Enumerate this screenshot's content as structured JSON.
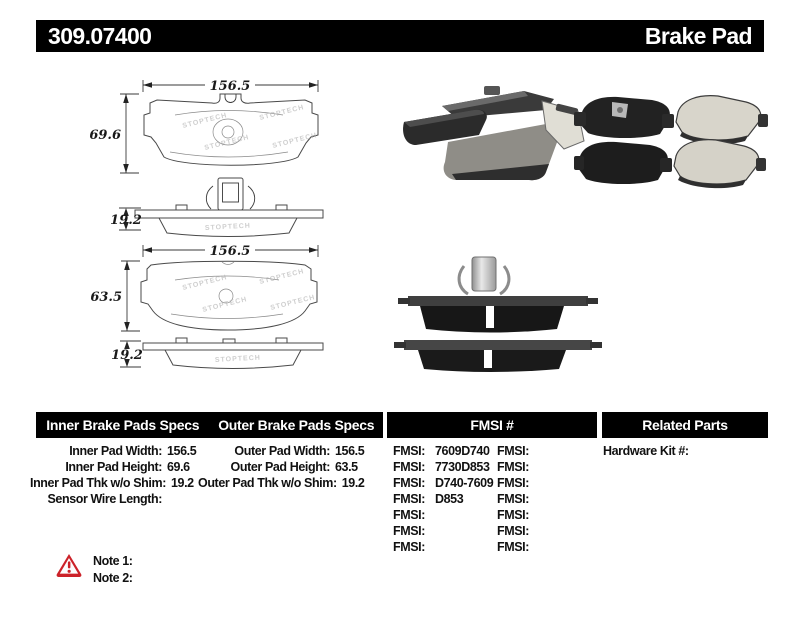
{
  "header": {
    "part_number": "309.07400",
    "product_type": "Brake Pad"
  },
  "drawings": {
    "inner": {
      "width": "156.5",
      "height": "69.6",
      "thickness": "19.2",
      "watermark": "STOPTECH"
    },
    "outer": {
      "width": "156.5",
      "height": "63.5",
      "thickness": "19.2",
      "watermark": "STOPTECH"
    }
  },
  "table": {
    "headers": {
      "inner": "Inner Brake Pads Specs",
      "outer": "Outer Brake Pads Specs",
      "fmsi": "FMSI #",
      "related": "Related Parts"
    },
    "inner_specs": [
      {
        "label": "Inner Pad Width:",
        "value": "156.5"
      },
      {
        "label": "Inner Pad Height:",
        "value": "69.6"
      },
      {
        "label": "Inner Pad Thk w/o Shim:",
        "value": "19.2"
      },
      {
        "label": "Sensor Wire Length:",
        "value": ""
      }
    ],
    "outer_specs": [
      {
        "label": "Outer Pad Width:",
        "value": "156.5"
      },
      {
        "label": "Outer Pad Height:",
        "value": "63.5"
      },
      {
        "label": "Outer Pad Thk w/o Shim:",
        "value": "19.2"
      }
    ],
    "fmsi_col1": [
      {
        "label": "FMSI:",
        "value": "7609D740"
      },
      {
        "label": "FMSI:",
        "value": "7730D853"
      },
      {
        "label": "FMSI:",
        "value": "D740-7609"
      },
      {
        "label": "FMSI:",
        "value": "D853"
      },
      {
        "label": "FMSI:",
        "value": ""
      },
      {
        "label": "FMSI:",
        "value": ""
      },
      {
        "label": "FMSI:",
        "value": ""
      }
    ],
    "fmsi_col2": [
      {
        "label": "FMSI:",
        "value": ""
      },
      {
        "label": "FMSI:",
        "value": ""
      },
      {
        "label": "FMSI:",
        "value": ""
      },
      {
        "label": "FMSI:",
        "value": ""
      },
      {
        "label": "FMSI:",
        "value": ""
      },
      {
        "label": "FMSI:",
        "value": ""
      },
      {
        "label": "FMSI:",
        "value": ""
      }
    ],
    "related_parts": [
      {
        "label": "Hardware Kit #:",
        "value": ""
      }
    ]
  },
  "notes": [
    {
      "label": "Note 1:",
      "text": ""
    },
    {
      "label": "Note 2:",
      "text": ""
    }
  ],
  "colors": {
    "header_bg": "#000000",
    "header_text": "#ffffff",
    "warning_red": "#cc2229"
  }
}
